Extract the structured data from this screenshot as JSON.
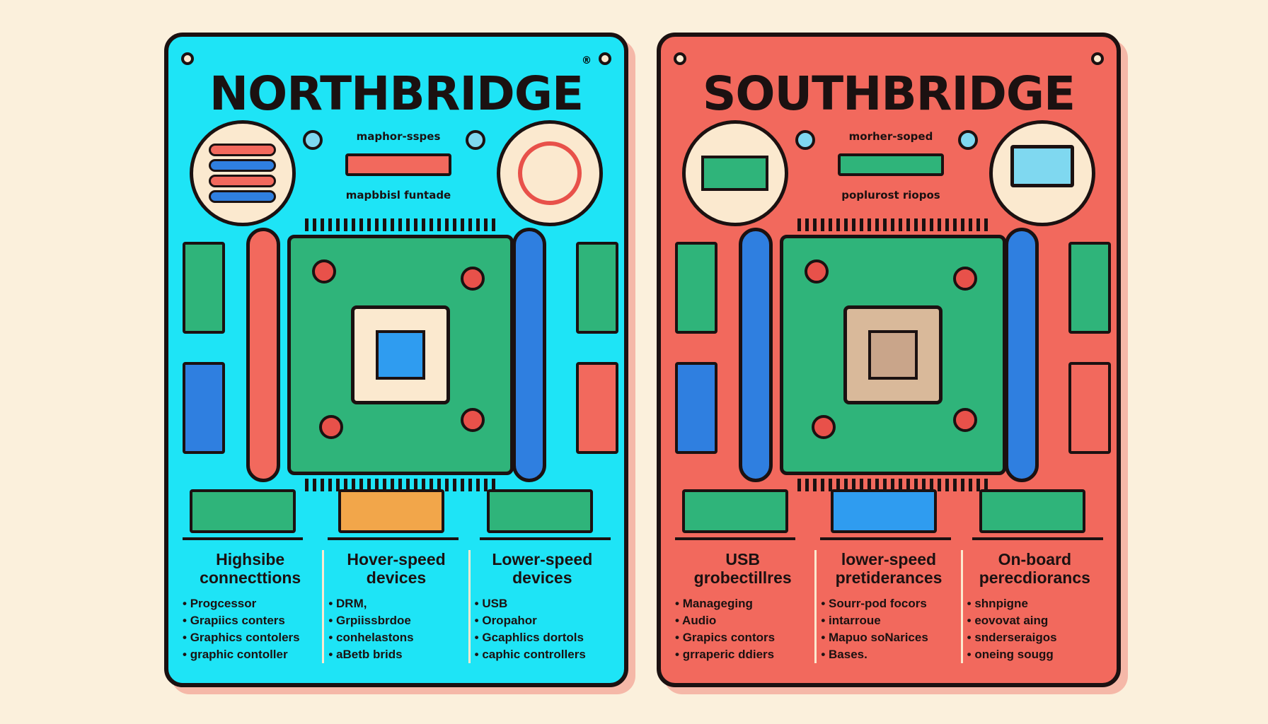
{
  "colors": {
    "background": "#fbf0dc",
    "north": "#1ee4f6",
    "south": "#f2695d",
    "board": "#2fb47a",
    "outline": "#1b1111",
    "cream": "#fbe9cf"
  },
  "posters": [
    {
      "id": "north",
      "title": "NORTHBRIDGE",
      "title_mark": "®",
      "label_top": "maphor-sspes",
      "label_bottom": "mapbbisl funtade",
      "columns": [
        {
          "heading": "Highsibe connecttions",
          "items": [
            "Progcessor",
            "Grapiics conters",
            "Graphics contolers",
            "graphic contoller"
          ]
        },
        {
          "heading": "Hover-speed devices",
          "items": [
            "DRM,",
            "Grpiissbrdoe",
            "conhelastons",
            "aBetb brids"
          ]
        },
        {
          "heading": "Lower-speed devices",
          "items": [
            "USB",
            "Oropahor",
            "Gcaphlics dortols",
            "caphic controllers"
          ]
        }
      ]
    },
    {
      "id": "south",
      "title": "SOUTHBRIDGE",
      "title_mark": "",
      "label_top": "morher-soped",
      "label_bottom": "poplurost riopos",
      "columns": [
        {
          "heading": "USB grobectillres",
          "items": [
            "Manageging",
            "Audio",
            "Grapics contors",
            "grraperic ddiers"
          ]
        },
        {
          "heading": "lower-speed pretiderances",
          "items": [
            "Sourr-pod focors",
            "intarroue",
            "Mapuo soNarices",
            "Bases."
          ]
        },
        {
          "heading": "On-board perecdiorancs",
          "items": [
            "shnpigne",
            "eovovat aing",
            "snderseraigos",
            "oneing sougg"
          ]
        }
      ]
    }
  ]
}
